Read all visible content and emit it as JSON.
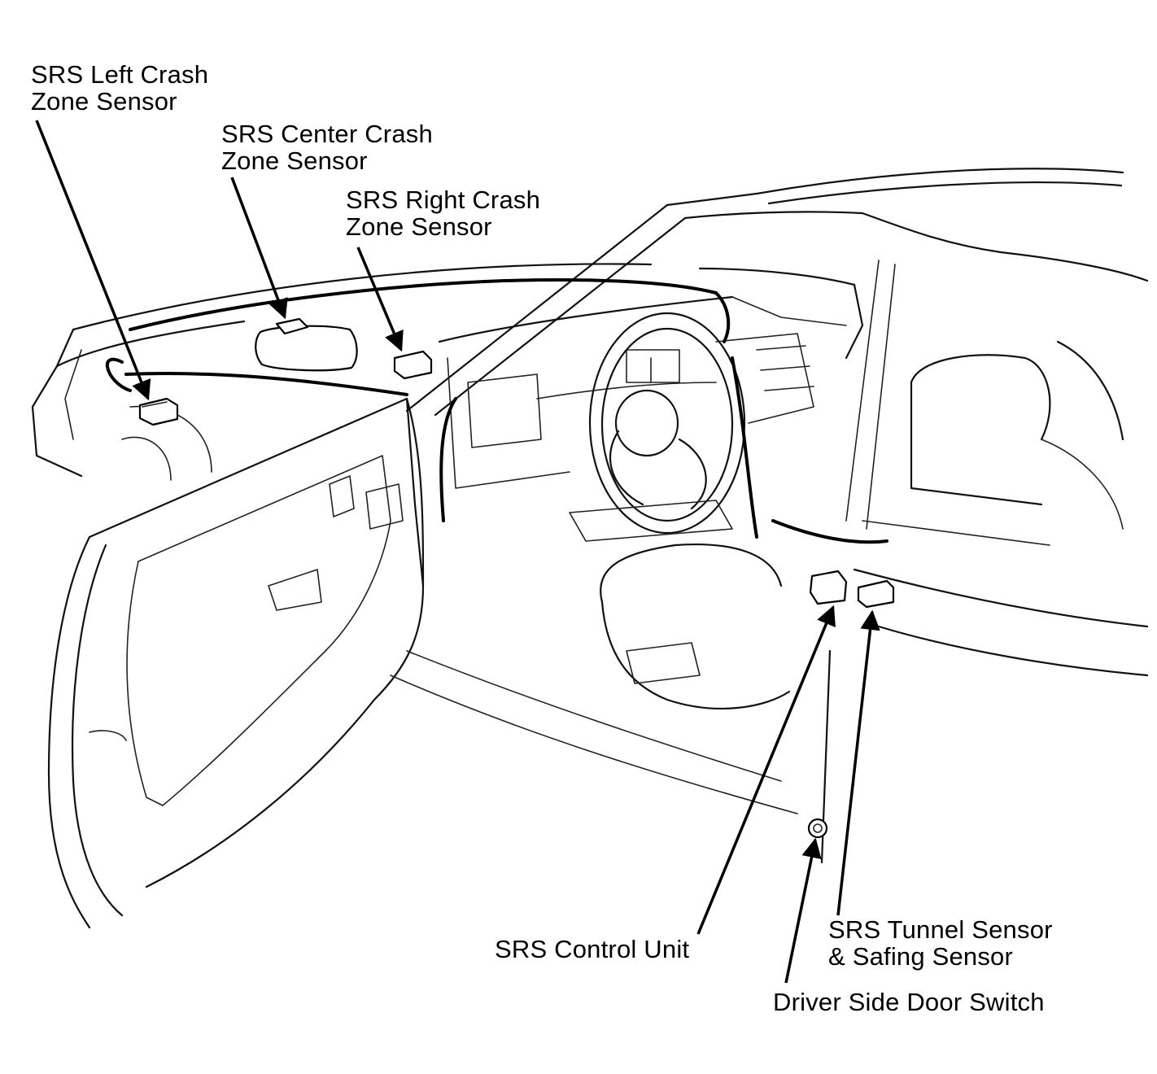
{
  "labels": {
    "left_sensor": [
      "SRS Left Crash",
      "Zone Sensor"
    ],
    "center_sensor": [
      "SRS Center Crash",
      "Zone Sensor"
    ],
    "right_sensor": [
      "SRS Right Crash",
      "Zone Sensor"
    ],
    "control_unit": "SRS Control Unit",
    "tunnel_sensor": [
      "SRS Tunnel Sensor",
      "& Safing Sensor"
    ],
    "door_switch": "Driver Side Door Switch"
  }
}
